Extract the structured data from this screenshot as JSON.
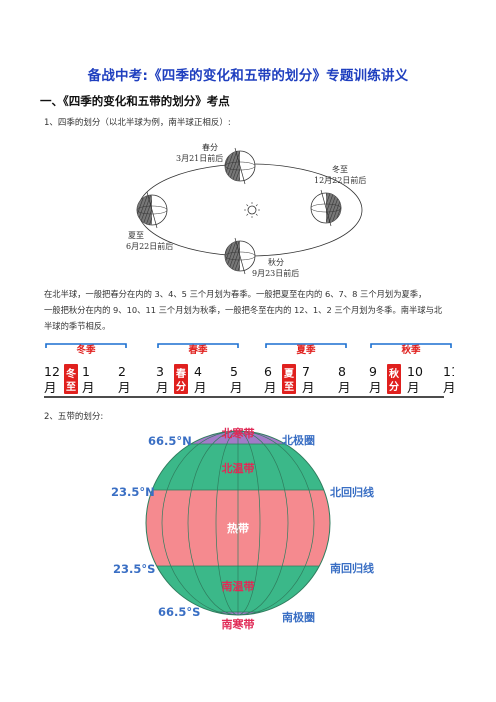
{
  "header": {
    "title": "备战中考:《四季的变化和五带的划分》专题训练讲义",
    "section1": "一、《四季的变化和五带的划分》考点",
    "item1": "1、四季的划分（以北半球为例，南半球正相反）:",
    "item2": "2、五带的划分:"
  },
  "orbit": {
    "spring": {
      "name": "春分",
      "date": "3月21日前后"
    },
    "winter": {
      "name": "冬至",
      "date": "12月22日前后"
    },
    "summer": {
      "name": "夏至",
      "date": "6月22日前后"
    },
    "autumn": {
      "name": "秋分",
      "date": "9月23日前后"
    }
  },
  "paragraph": {
    "line1": "在北半球，一般把春分在内的 3、4、5 三个月划为春季。一般把夏至在内的 6、7、8 三个月划为夏季，",
    "line2": "一般把秋分在内的 9、10、11 三个月划为秋季，一般把冬至在内的 12、1、2 三个月划为冬季。南半球与北",
    "line3": "半球的季节相反。"
  },
  "seasons": [
    {
      "label": "冬季",
      "months": [
        "12\n月",
        "1\n月",
        "2\n月"
      ],
      "solar": "冬\n至"
    },
    {
      "label": "春季",
      "months": [
        "3\n月",
        "4\n月",
        "5\n月"
      ],
      "solar": "春\n分"
    },
    {
      "label": "夏季",
      "months": [
        "6\n月",
        "7\n月",
        "8\n月"
      ],
      "solar": "夏\n至"
    },
    {
      "label": "秋季",
      "months": [
        "9\n月",
        "10\n月",
        "11\n月"
      ],
      "solar": "秋\n分"
    }
  ],
  "zones": {
    "north_frigid": "北寒带",
    "north_temperate": "北温带",
    "tropical": "热带",
    "south_temperate": "南温带",
    "south_frigid": "南寒带",
    "lat_665n": "66.5°N",
    "lat_235n": "23.5°N",
    "lat_235s": "23.5°S",
    "lat_665s": "66.5°S",
    "arctic_circle": "北极圈",
    "tropic_cancer": "北回归线",
    "tropic_capricorn": "南回归线",
    "antarctic_circle": "南极圈"
  },
  "colors": {
    "title": "#1f3fbf",
    "season_label": "#e0201e",
    "season_line": "#1a6fd1",
    "tropical": "#f58a8f",
    "temperate": "#3bb889",
    "frigid": "#a27bc8",
    "zone_label": "#e02a56",
    "lat_label": "#3a6fc4"
  }
}
